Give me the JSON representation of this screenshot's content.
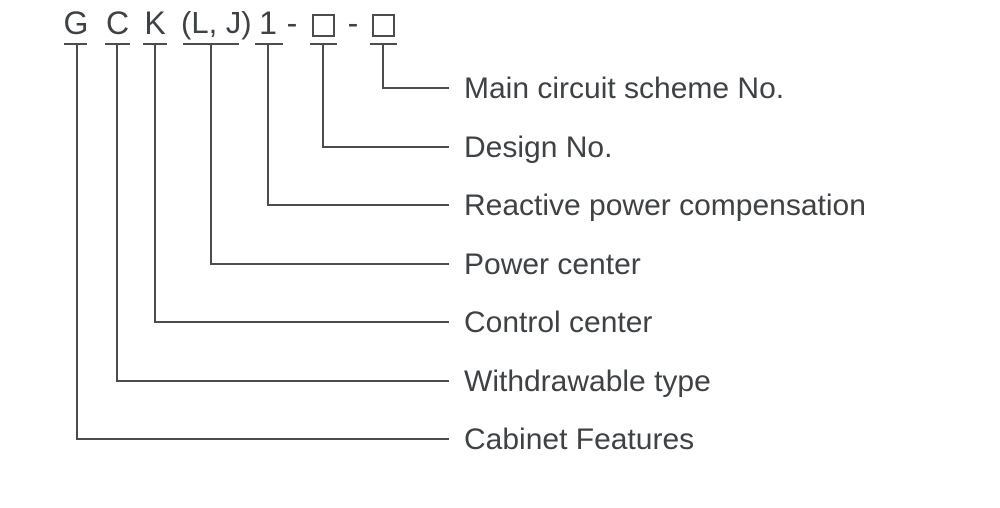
{
  "colors": {
    "background": "#ffffff",
    "text": "#3f4245",
    "line": "#4a4c4e"
  },
  "model_code": {
    "char_g": "G",
    "char_c": "C",
    "char_k": "K",
    "char_lj": "(L, J)",
    "char_1": "1",
    "dash": "-",
    "placeholder_symbol": "□"
  },
  "legend": [
    "Main circuit scheme No.",
    "Design No.",
    "Reactive power compensation",
    "Power center",
    "Control center",
    "Withdrawable type",
    "Cabinet Features"
  ],
  "mapping": {
    "G": "Cabinet Features",
    "C": "Withdrawable type",
    "K": "Control center",
    "(L, J)": "Power center",
    "1": "Reactive power compensation",
    "first_box": "Design No.",
    "second_box": "Main circuit scheme No."
  }
}
